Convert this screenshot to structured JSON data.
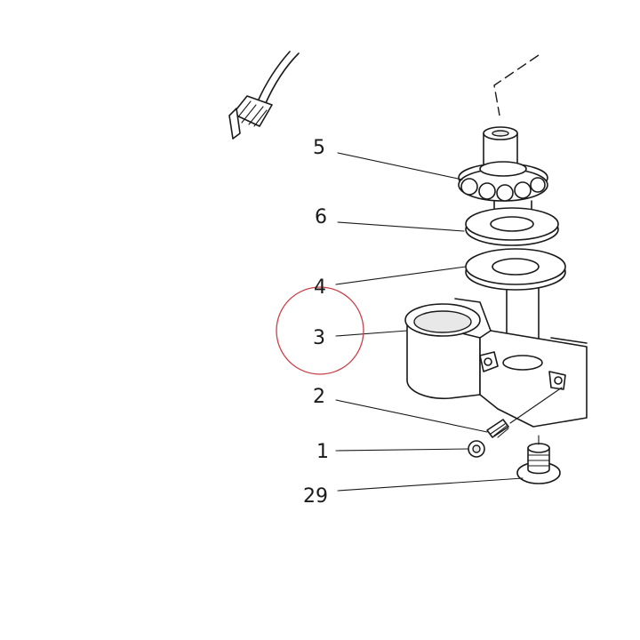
{
  "diagram": {
    "callouts": [
      {
        "id": "5",
        "label": "5"
      },
      {
        "id": "6",
        "label": "6"
      },
      {
        "id": "4",
        "label": "4"
      },
      {
        "id": "3",
        "label": "3"
      },
      {
        "id": "2",
        "label": "2"
      },
      {
        "id": "1",
        "label": "1"
      },
      {
        "id": "29",
        "label": "29"
      }
    ],
    "highlight": {
      "target": "3",
      "color": "#c8414a"
    },
    "line_color": "#1a1a1a"
  }
}
